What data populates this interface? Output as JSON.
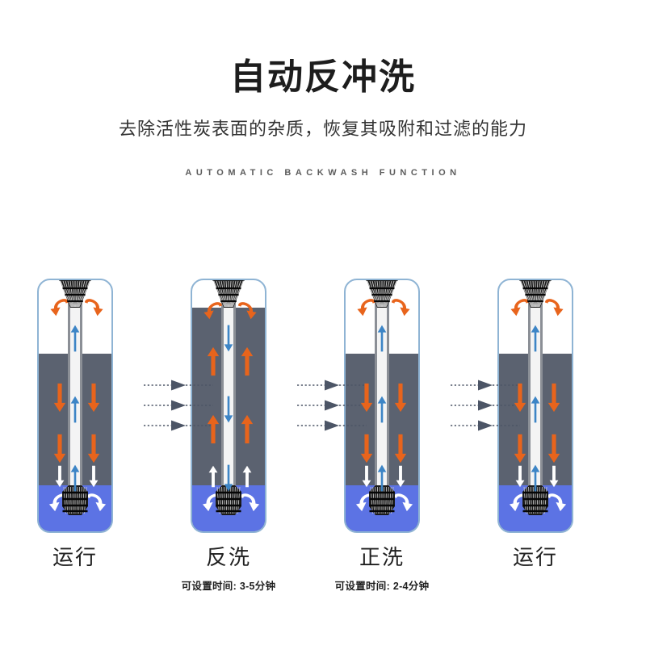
{
  "header": {
    "title": "自动反冲洗",
    "subtitle": "去除活性炭表面的杂质，恢复其吸附和过滤的能力",
    "english": "AUTOMATIC BACKWASH FUNCTION"
  },
  "colors": {
    "carbon_gray": "#5b6270",
    "water_blue": "#5c73e4",
    "orange_arrow": "#e8641c",
    "tube_arrow_blue": "#3d85c6",
    "tank_outline": "#8fb4d4",
    "white_arrow": "#ffffff",
    "connector_gray": "#4c5566"
  },
  "stages": [
    {
      "label": "运行",
      "note": "",
      "mode": "service",
      "carbon_top_pct": 30,
      "water_top_pct": 82,
      "side_arrow_dir": "down",
      "side_arrow_color": "#e8641c",
      "tube_arrow_dir": "up",
      "lower_arrow_dir": "down",
      "top_swirl_color": "#e8641c",
      "bottom_swirl_color": "#ffffff"
    },
    {
      "label": "反洗",
      "note": "可设置时间: 3-5分钟",
      "mode": "backwash",
      "carbon_top_pct": 12,
      "water_top_pct": 82,
      "side_arrow_dir": "up",
      "side_arrow_color": "#e8641c",
      "tube_arrow_dir": "down",
      "lower_arrow_dir": "up",
      "top_swirl_color": "#e8641c",
      "bottom_swirl_color": "#ffffff"
    },
    {
      "label": "正洗",
      "note": "可设置时间: 2-4分钟",
      "mode": "rinse",
      "carbon_top_pct": 30,
      "water_top_pct": 82,
      "side_arrow_dir": "down",
      "side_arrow_color": "#e8641c",
      "tube_arrow_dir": "up",
      "lower_arrow_dir": "down",
      "top_swirl_color": "#e8641c",
      "bottom_swirl_color": "#ffffff"
    },
    {
      "label": "运行",
      "note": "",
      "mode": "service",
      "carbon_top_pct": 30,
      "water_top_pct": 82,
      "side_arrow_dir": "down",
      "side_arrow_color": "#e8641c",
      "tube_arrow_dir": "up",
      "lower_arrow_dir": "down",
      "top_swirl_color": "#e8641c",
      "bottom_swirl_color": "#ffffff"
    }
  ],
  "connectors": [
    {
      "rows": 3,
      "direction": "right"
    },
    {
      "rows": 3,
      "direction": "right"
    },
    {
      "rows": 3,
      "direction": "right"
    }
  ]
}
